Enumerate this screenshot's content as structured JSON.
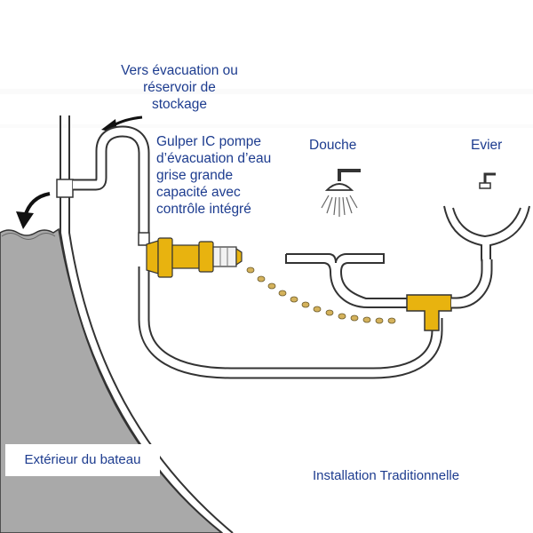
{
  "labels": {
    "evacuation": "Vers évacuation ou\nréservoir de\nstockage",
    "pump": "Gulper IC pompe\nd’évacuation d’eau\ngrise grande\ncapacité avec\ncontrôle intégré",
    "shower": "Douche",
    "sink": "Evier",
    "hull": "Extérieur du bateau",
    "install": "Installation Traditionnelle"
  },
  "colors": {
    "text": "#1d3c8f",
    "hull": "#a9a9a9",
    "pipe": "#4a4a4a",
    "brass": "#e8b30f",
    "dots": "#d4b25c"
  }
}
